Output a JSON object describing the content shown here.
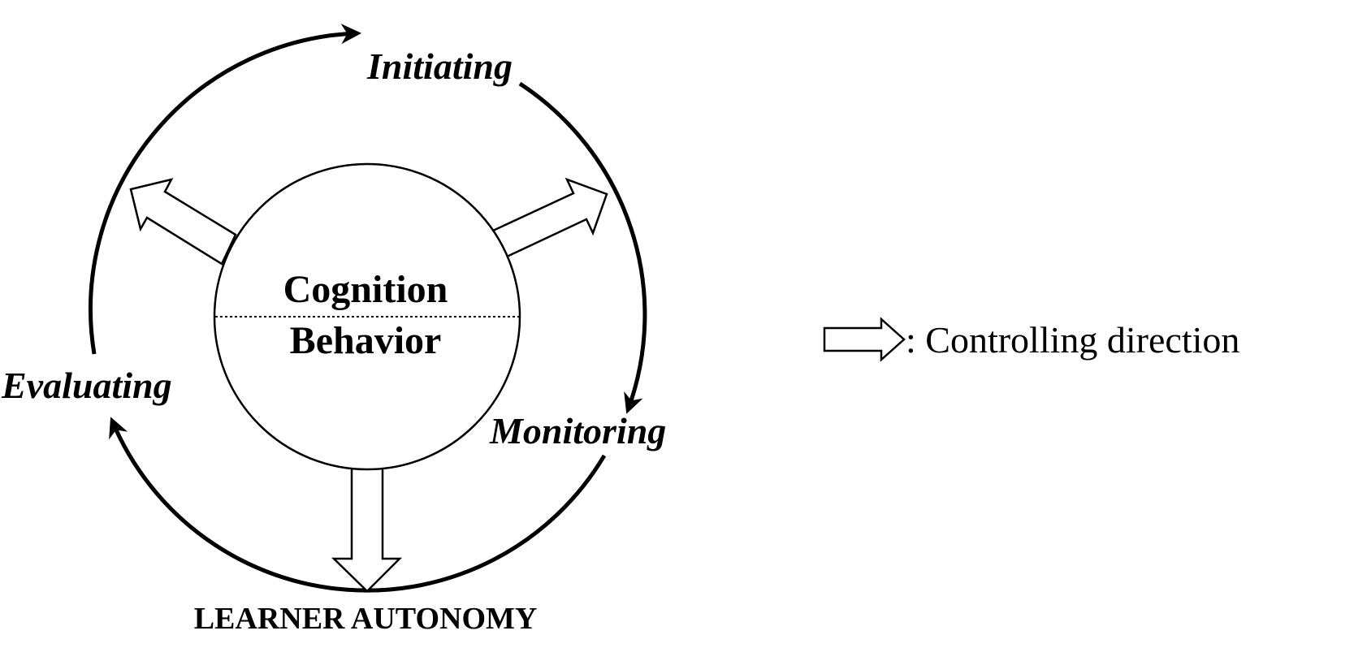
{
  "diagram": {
    "stages": {
      "initiating": "Initiating",
      "monitoring": "Monitoring",
      "evaluating": "Evaluating"
    },
    "core": {
      "top": "Cognition",
      "bottom": "Behavior"
    },
    "outcome": "LEARNER AUTONOMY",
    "legend": {
      "label": ": Controlling direction"
    }
  }
}
